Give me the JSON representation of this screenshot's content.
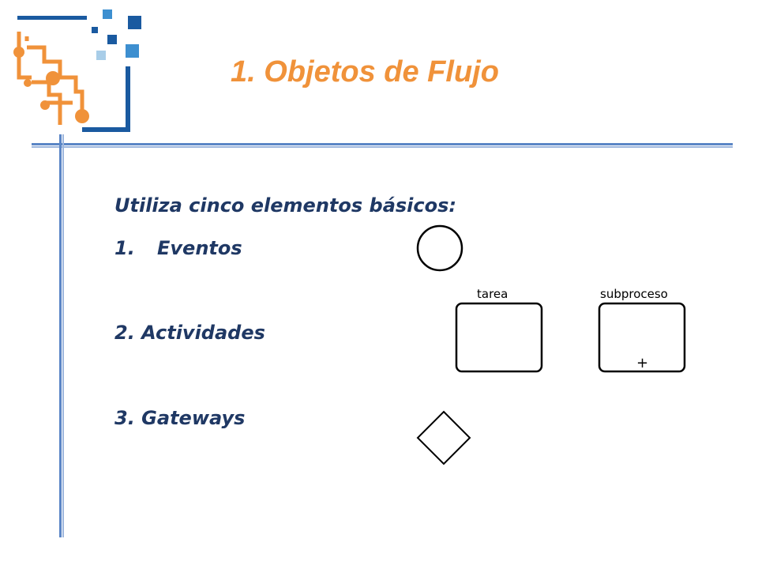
{
  "slide": {
    "title": "1. Objetos de Flujo",
    "intro": "Utiliza cinco elementos básicos:",
    "items": [
      {
        "number": "1.",
        "label": "Eventos"
      },
      {
        "label": "2. Actividades"
      },
      {
        "label": "3. Gateways"
      }
    ],
    "shape_labels": {
      "task": "tarea",
      "subprocess": "subproceso",
      "subprocess_marker": "+"
    }
  },
  "colors": {
    "title": "#f0923a",
    "body_text": "#1f3864",
    "rule": "#5b86c6",
    "logo_orange": "#f0923a",
    "logo_blue": "#1a5aa0",
    "logo_light_blue": "#3d8fd0"
  },
  "icons": {
    "logo": "corporate-logo-icon",
    "event": "bpmn-event-circle-icon",
    "task": "bpmn-task-icon",
    "subprocess": "bpmn-subprocess-icon",
    "gateway": "bpmn-gateway-diamond-icon"
  }
}
